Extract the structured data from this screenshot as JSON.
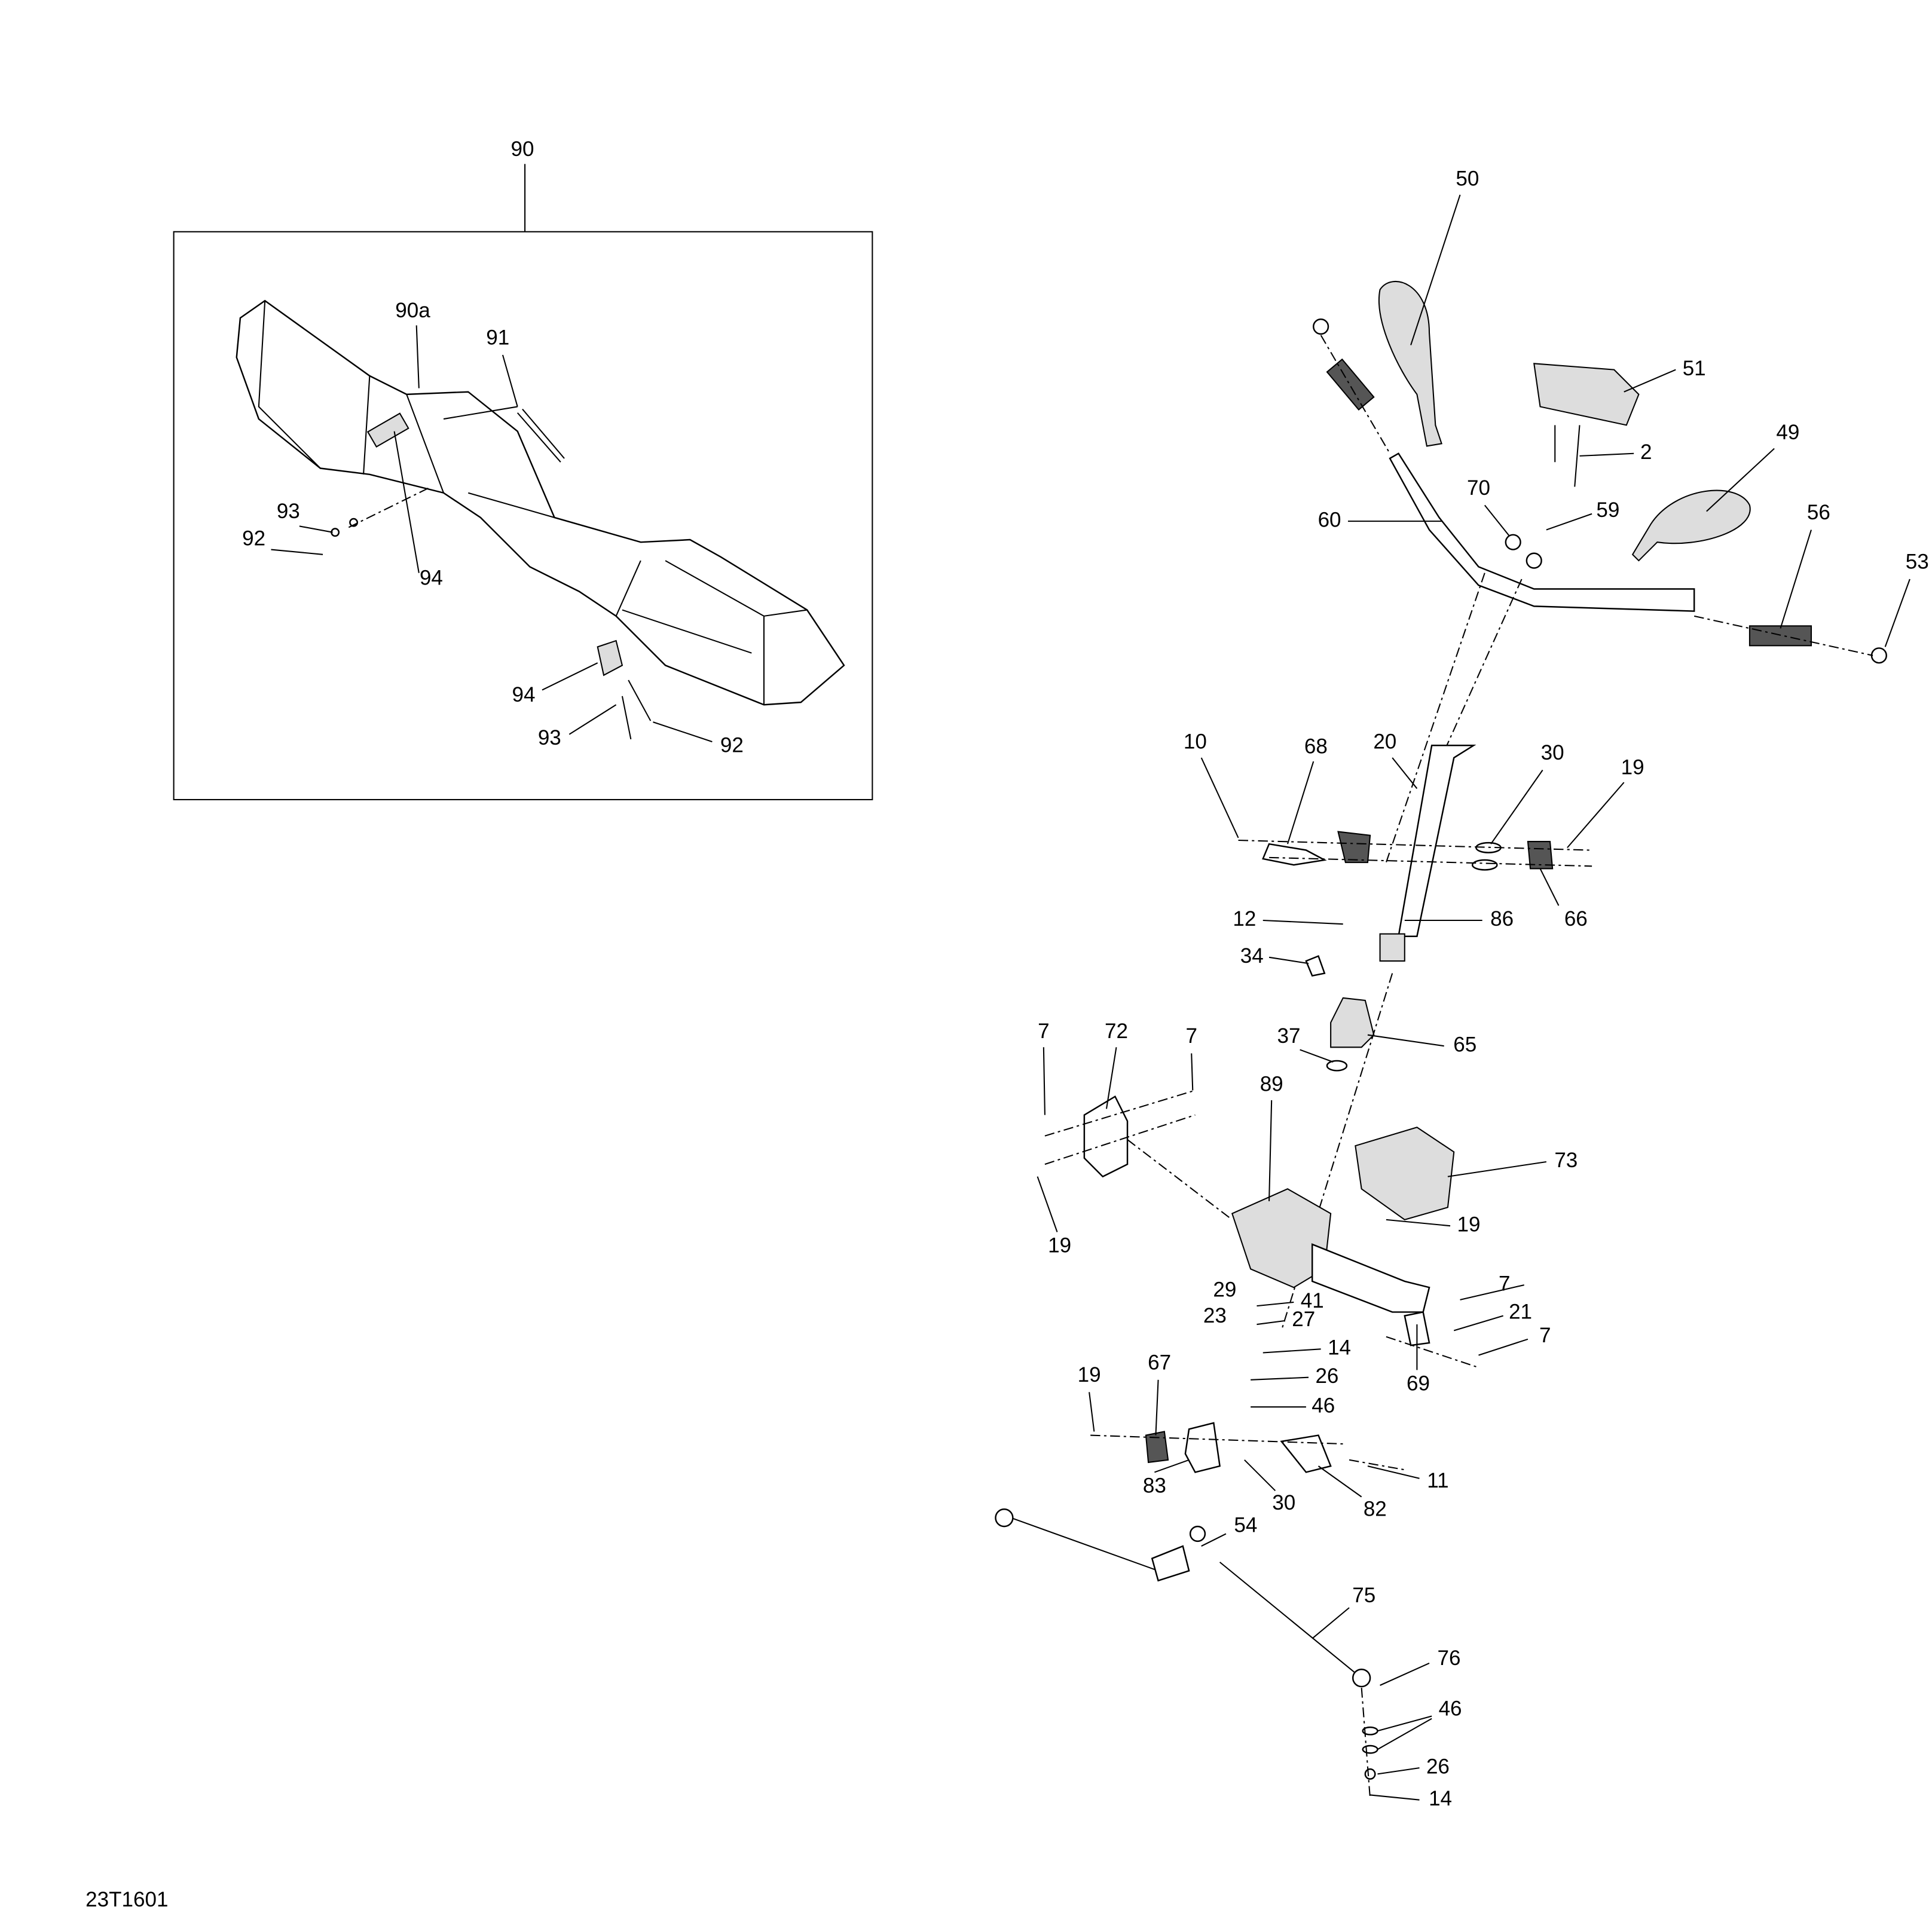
{
  "diagram_code": "23T1601",
  "inset": {
    "callouts": [
      "90",
      "90a",
      "91",
      "93",
      "92",
      "94",
      "94",
      "93",
      "92"
    ]
  },
  "main": {
    "callouts": [
      "50",
      "51",
      "49",
      "2",
      "70",
      "59",
      "60",
      "56",
      "53",
      "10",
      "68",
      "20",
      "30",
      "19",
      "12",
      "86",
      "66",
      "34",
      "37",
      "65",
      "7",
      "72",
      "7",
      "89",
      "73",
      "19",
      "19",
      "29",
      "41",
      "23",
      "27",
      "7",
      "21",
      "7",
      "14",
      "69",
      "26",
      "19",
      "67",
      "46",
      "11",
      "83",
      "30",
      "82",
      "54",
      "75",
      "76",
      "46",
      "26",
      "14"
    ]
  }
}
